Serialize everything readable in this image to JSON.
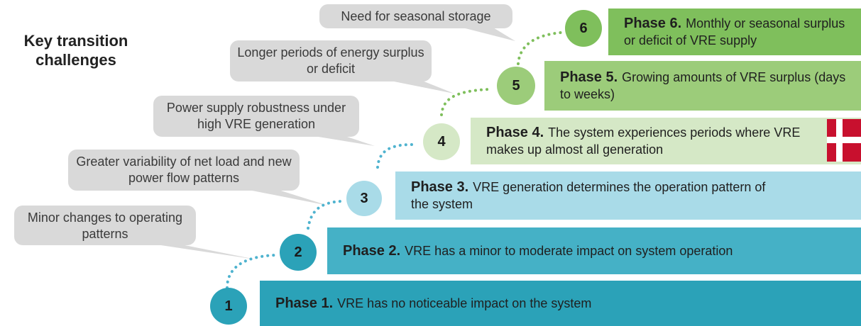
{
  "title": "Key transition challenges",
  "challenges": [
    "Minor changes to operating patterns",
    "Greater variability of net load and new power flow patterns",
    "Power supply robustness under high VRE generation",
    "Longer periods of energy surplus or deficit",
    "Need for seasonal storage"
  ],
  "phases": [
    {
      "number": "1",
      "heading": "Phase 1.",
      "text": "VRE has no noticeable impact on the system",
      "color": "#2ba2b8"
    },
    {
      "number": "2",
      "heading": "Phase 2.",
      "text": "VRE has a minor to moderate impact on system operation",
      "color": "#45b1c6"
    },
    {
      "number": "3",
      "heading": "Phase 3.",
      "text": "VRE generation determines the operation pattern of the system",
      "color": "#a9dbe8"
    },
    {
      "number": "4",
      "heading": "Phase 4.",
      "text": "The system experiences periods where VRE makes up almost all generation",
      "color": "#d5e8c6"
    },
    {
      "number": "5",
      "heading": "Phase 5.",
      "text": "Growing amounts of VRE surplus (days to weeks)",
      "color": "#9ccc7a"
    },
    {
      "number": "6",
      "heading": "Phase 6.",
      "text": "Monthly or seasonal surplus or deficit of VRE supply",
      "color": "#7fbf5c"
    }
  ],
  "colors": {
    "bubble": "#d9d9d9",
    "teal_circle": "#2ba2b8",
    "dots_blue": "#4fb3cf",
    "dots_green": "#7fbf5c",
    "flag_red": "#c8102e"
  },
  "icons": {
    "flag": "denmark-flag-icon"
  }
}
